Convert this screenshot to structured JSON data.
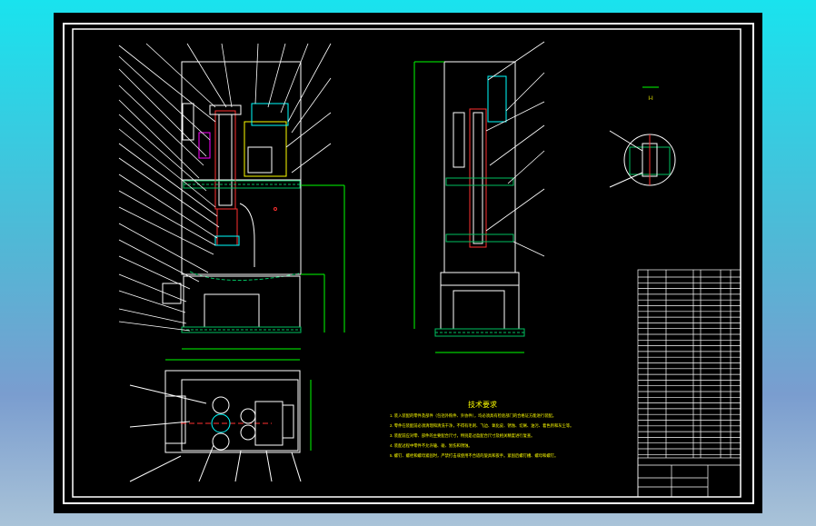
{
  "colors": {
    "background_gradient_top": "#19e3ee",
    "background_gradient_bottom": "#a9c3d8",
    "viewport": "#000000",
    "line_white": "#ffffff",
    "line_green": "#00ff00",
    "line_red": "#ff3030",
    "line_cyan": "#00ffff",
    "line_yellow": "#ffff00",
    "line_magenta": "#ff00ff",
    "hatch": "#00c060"
  },
  "drawing": {
    "section_label": "I-I",
    "tech_requirements_title": "技术要求",
    "tech_requirements": [
      "1. 装入装配的零件及部件（包括外购件、外协件），均必须具有检验部门的合格证方能进行装配。",
      "2. 零件在装配前必须清理和清洗干净，不得有毛刺、飞边、氧化皮、锈蚀、切屑、油污、着色剂和灰尘等。",
      "3. 装配前应对零、部件的主要配合尺寸，特别是过盈配合尺寸及相关精度进行复查。",
      "4. 装配过程中零件不允许磕、碰、划伤和锈蚀。",
      "5. 螺钉、螺栓和螺母紧固时，严禁打击或使用不合适的旋具和扳手。紧固后螺钉槽、螺母和螺钉。"
    ]
  }
}
